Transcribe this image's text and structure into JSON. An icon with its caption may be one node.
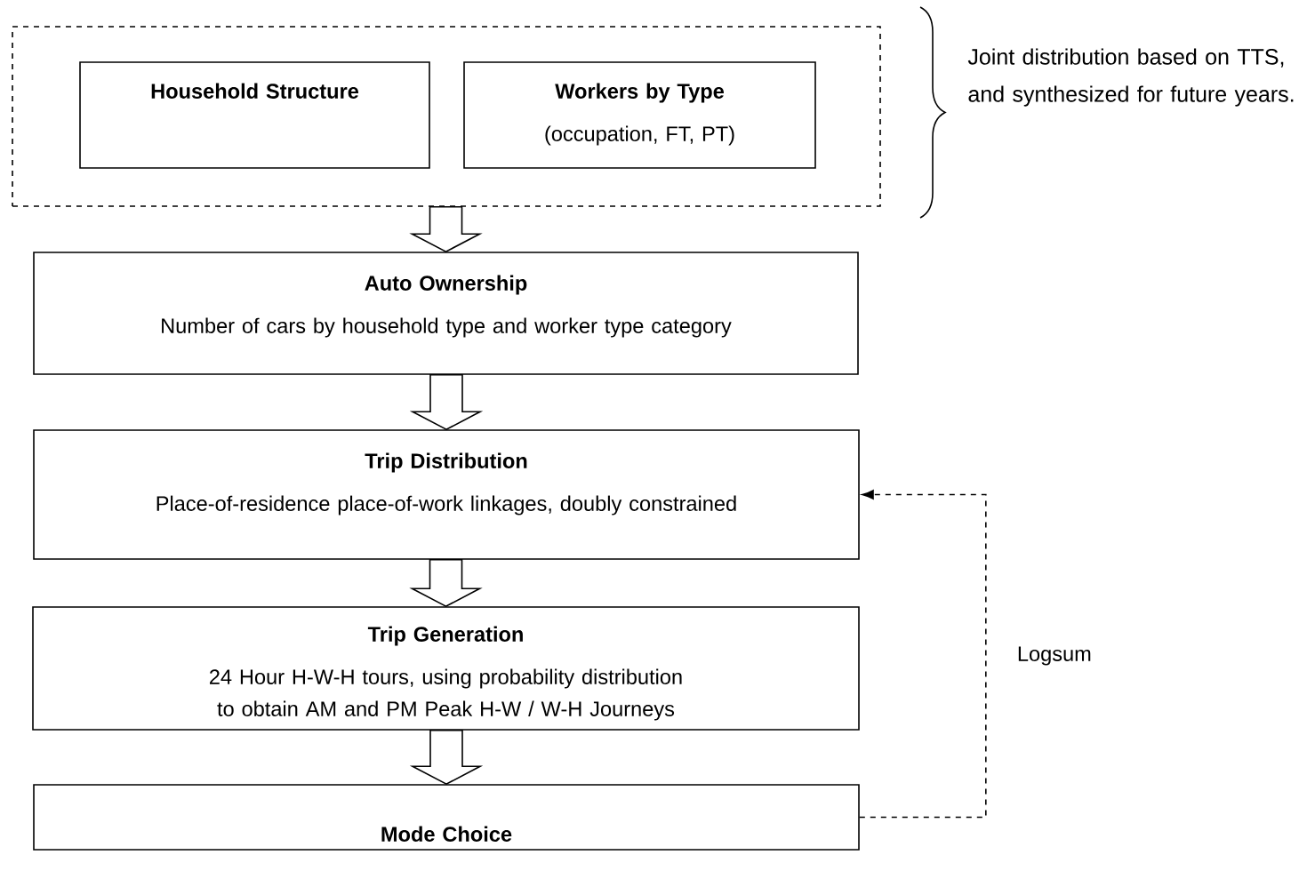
{
  "diagram": {
    "nodes": [
      {
        "text": [],
        "shape": "box",
        "beside": [
          "Joint distribution based on TTS, and synthesized for future years."
        ]
      },
      {
        "text": [
          "Household Structure"
        ],
        "in": 0
      },
      {
        "text": [
          "Workers by Type",
          "(occupation, FT, PT)"
        ],
        "in": 0
      },
      {
        "text": [
          "Auto Ownership",
          "Number of cars by household type and worker type category"
        ]
      },
      {
        "text": [
          "Trip Distribution",
          "Place-of-residence place-of-work linkages, doubly constrained"
        ]
      },
      {
        "text": [
          "Trip Generation",
          "24 Hour H-W-H tours, using probability distribution to obtain AM and PM Peak H-W / W-H Journeys"
        ]
      },
      {
        "text": [
          "Mode Choice"
        ]
      }
    ],
    "edges": [
      {
        "from": 0,
        "to": 3,
        "arrow": "to"
      },
      {
        "from": 3,
        "to": 4,
        "arrow": "to"
      },
      {
        "from": 4,
        "to": 5,
        "arrow": "to"
      },
      {
        "from": 5,
        "to": 6,
        "arrow": "to"
      },
      {
        "from": 6,
        "to": 4,
        "arrow": "to",
        "style": "dashed",
        "label": "Logsum"
      }
    ]
  }
}
